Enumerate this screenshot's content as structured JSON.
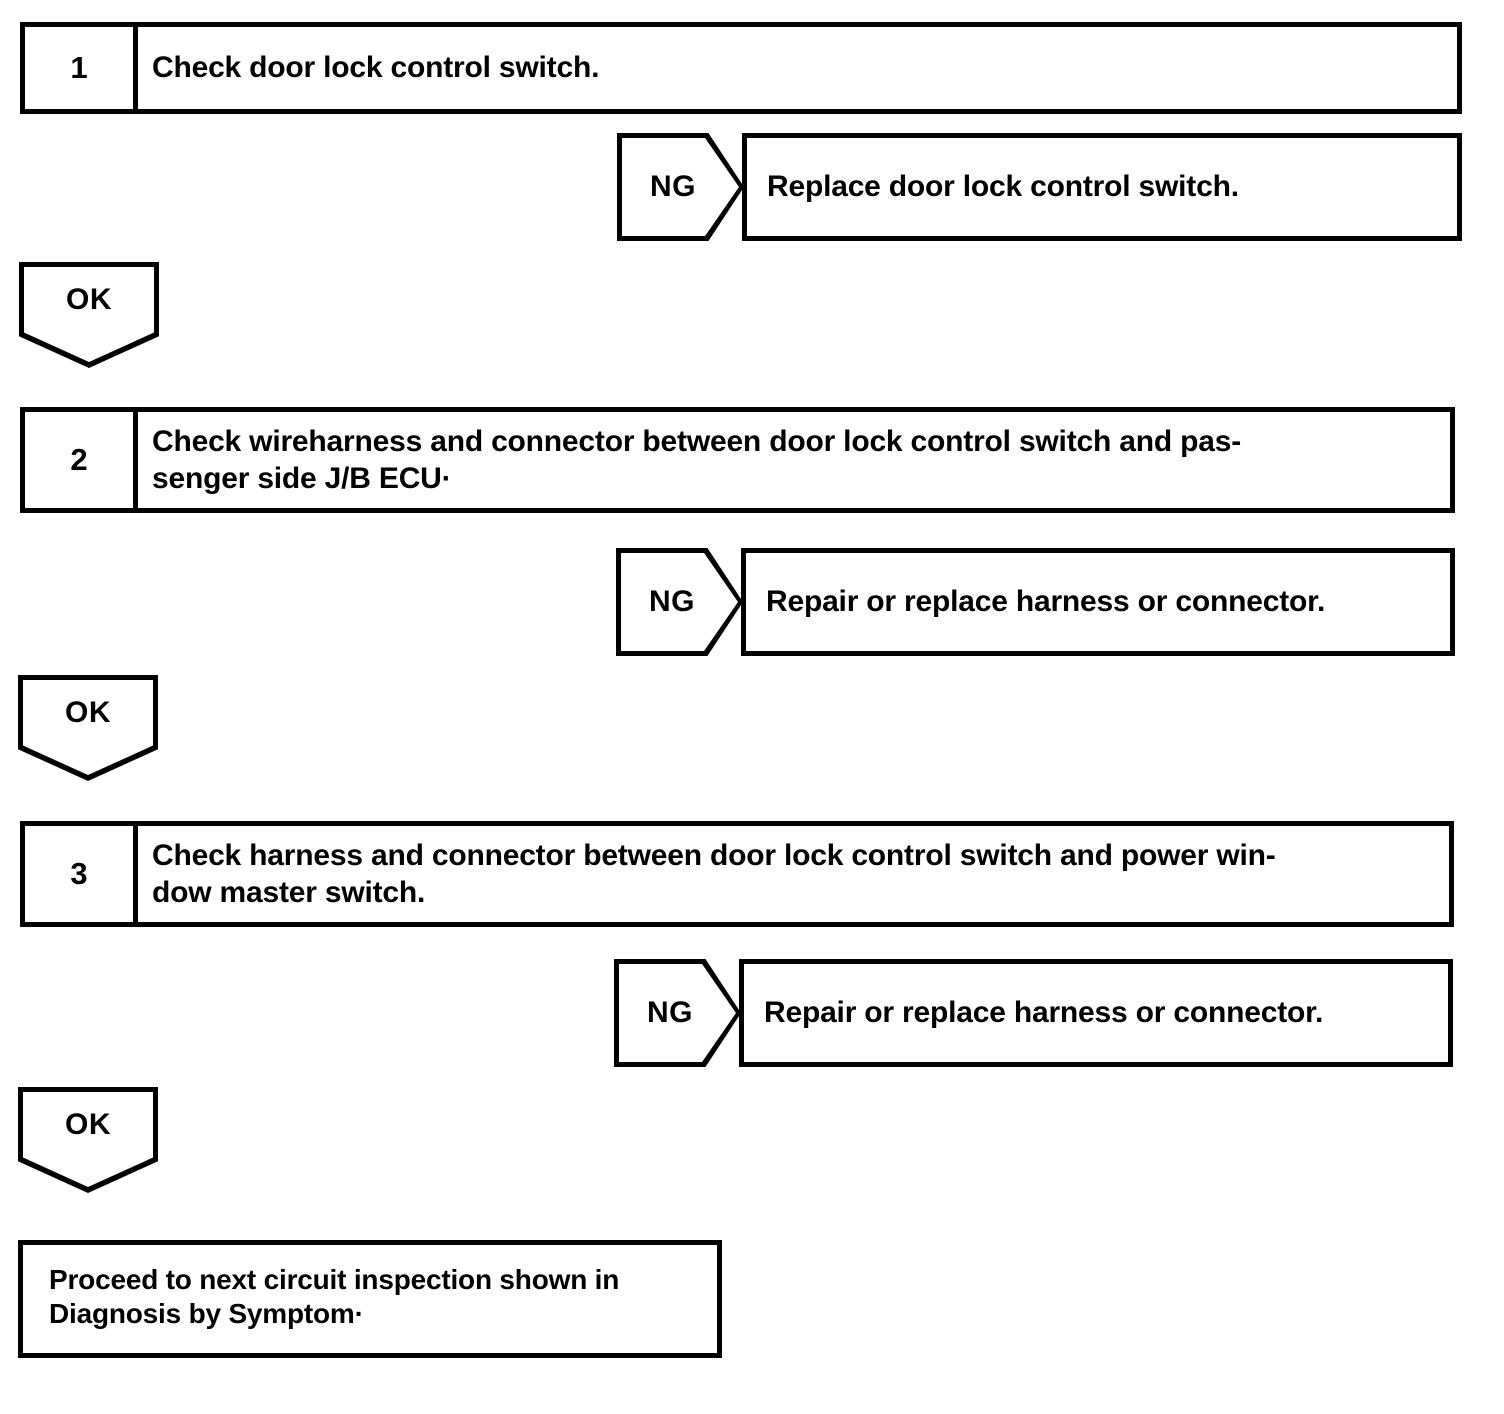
{
  "document": {
    "type": "troubleshooting-flowchart",
    "title": "Door lock control switch circuit inspection"
  },
  "steps": [
    {
      "number": "1",
      "text_lines": [
        "Check door lock control switch."
      ],
      "branch_ng": {
        "label": "NG",
        "action_lines": [
          "Replace door lock control switch."
        ]
      },
      "branch_ok": {
        "label": "OK"
      }
    },
    {
      "number": "2",
      "text_lines": [
        "Check wireharness and connector between door lock control switch and pas-",
        "senger side J/B ECU·"
      ],
      "branch_ng": {
        "label": "NG",
        "action_lines": [
          "Repair or replace harness or connector."
        ]
      },
      "branch_ok": {
        "label": "OK"
      }
    },
    {
      "number": "3",
      "text_lines": [
        "Check harness and connector between door lock control switch and power win-",
        "dow master switch."
      ],
      "branch_ng": {
        "label": "NG",
        "action_lines": [
          "Repair or replace harness or connector."
        ]
      },
      "branch_ok": {
        "label": "OK"
      }
    }
  ],
  "terminal": {
    "text_lines": [
      "Proceed to next circuit inspection shown in",
      "Diagnosis by Symptom·"
    ]
  },
  "colors": {
    "ink": "#000000",
    "paper": "#ffffff"
  }
}
